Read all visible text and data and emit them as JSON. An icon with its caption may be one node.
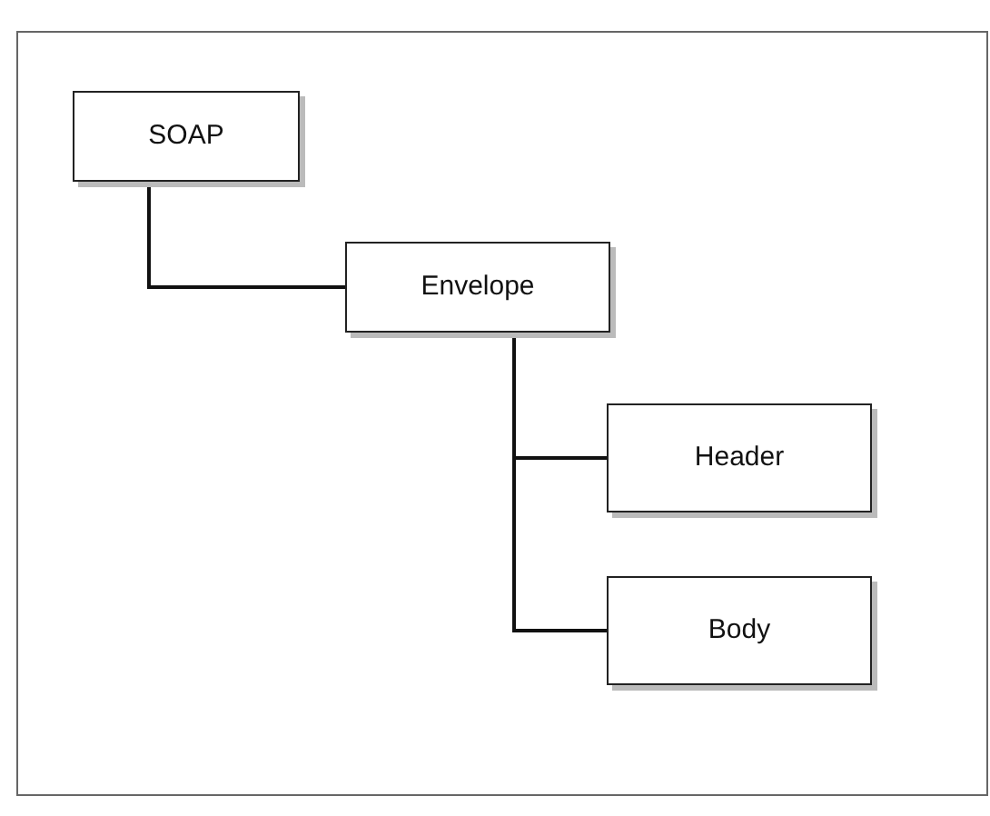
{
  "diagram": {
    "nodes": [
      {
        "text": [
          "SOAP"
        ]
      },
      {
        "text": [
          "Envelope"
        ]
      },
      {
        "text": [
          "Header"
        ]
      },
      {
        "text": [
          "Body"
        ]
      }
    ],
    "edges": [
      {
        "from": 0,
        "to": 1,
        "arrow": "none"
      },
      {
        "from": 1,
        "to": 2,
        "arrow": "none"
      },
      {
        "from": 1,
        "to": 3,
        "arrow": "none"
      }
    ]
  }
}
